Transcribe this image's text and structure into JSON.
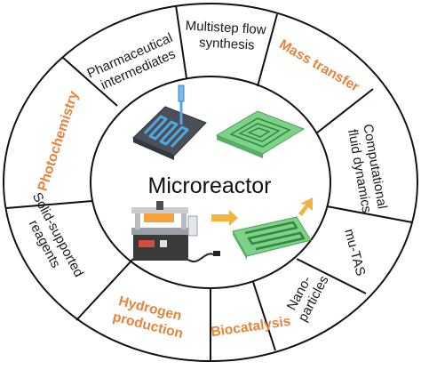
{
  "diagram": {
    "center_title": "Microreactor",
    "segments": [
      {
        "id": "photochemistry",
        "lines": [
          "Photochemistry"
        ],
        "highlight": true
      },
      {
        "id": "pharmaceutical-intermediates",
        "lines": [
          "Pharmaceutical",
          "intermediates"
        ],
        "highlight": false
      },
      {
        "id": "multistep-flow-synthesis",
        "lines": [
          "Multistep flow",
          "synthesis"
        ],
        "highlight": false
      },
      {
        "id": "mass-transfer",
        "lines": [
          "Mass transfer"
        ],
        "highlight": true
      },
      {
        "id": "computational-fluid-dynamics",
        "lines": [
          "Computational",
          "fluid dynamics"
        ],
        "highlight": false
      },
      {
        "id": "mu-tas",
        "lines": [
          "mu-TAS"
        ],
        "highlight": false
      },
      {
        "id": "nanoparticles",
        "lines": [
          "Nano-",
          "particles"
        ],
        "highlight": false
      },
      {
        "id": "biocatalysis",
        "lines": [
          "Biocatalysis"
        ],
        "highlight": true
      },
      {
        "id": "hydrogen-production",
        "lines": [
          "Hydrogen",
          "production"
        ],
        "highlight": true
      },
      {
        "id": "solid-supported-reagents",
        "lines": [
          "Solid-supported",
          "reagents"
        ],
        "highlight": false
      }
    ],
    "colors": {
      "highlight_text": "#e8833a",
      "normal_text": "#1a1a1a",
      "ring_stroke": "#111111",
      "chip_dark": "#4a4f58",
      "chip_green": "#7fd08a",
      "channel_blue": "#4fa9e0",
      "arrow_orange": "#f2b441"
    }
  }
}
